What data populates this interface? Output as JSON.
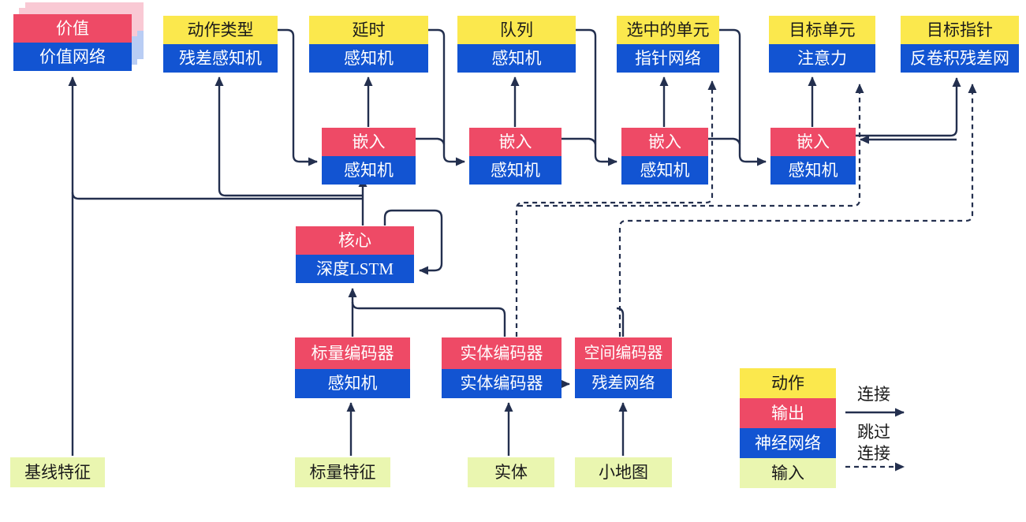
{
  "diagram": {
    "heads": [
      {
        "title": "价值",
        "network": "价值网络"
      },
      {
        "title": "动作类型",
        "network": "残差感知机"
      },
      {
        "title": "延时",
        "network": "感知机"
      },
      {
        "title": "队列",
        "network": "感知机"
      },
      {
        "title": "选中的单元",
        "network": "指针网络"
      },
      {
        "title": "目标单元",
        "network": "注意力"
      },
      {
        "title": "目标指针",
        "network": "反卷积残差网"
      }
    ],
    "embeddings": [
      {
        "title": "嵌入",
        "network": "感知机"
      },
      {
        "title": "嵌入",
        "network": "感知机"
      },
      {
        "title": "嵌入",
        "network": "感知机"
      },
      {
        "title": "嵌入",
        "network": "感知机"
      }
    ],
    "core": {
      "title": "核心",
      "network": "深度LSTM"
    },
    "encoders": [
      {
        "title": "标量编码器",
        "network": "感知机"
      },
      {
        "title": "实体编码器",
        "network": "实体编码器"
      },
      {
        "title": "空间编码器",
        "network": "残差网络"
      }
    ],
    "inputs": [
      "基线特征",
      "标量特征",
      "实体",
      "小地图"
    ],
    "legend": {
      "action": "动作",
      "output": "输出",
      "network": "神经网络",
      "input": "输入",
      "connection": "连接",
      "skip_line1": "跳过",
      "skip_line2": "连接"
    },
    "colors": {
      "action": "#fbe84d",
      "output": "#ee4a66",
      "network": "#1254d2",
      "input": "#eaf6b0",
      "line": "#232f4e"
    }
  }
}
